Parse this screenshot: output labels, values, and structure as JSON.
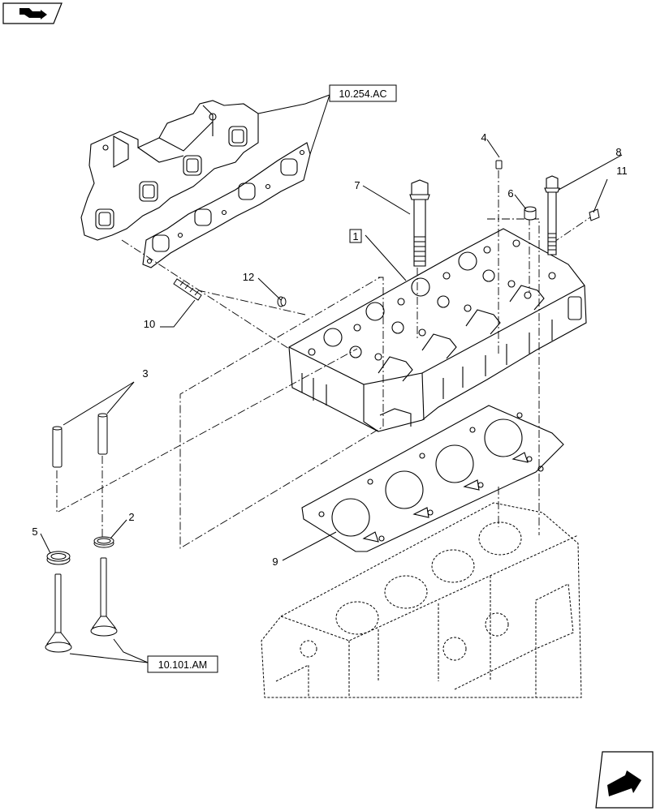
{
  "diagram": {
    "references": {
      "exhaust_manifold_ref": "10.254.AC",
      "valves_ref": "10.101.AM"
    },
    "callouts": {
      "p1": "1",
      "p2": "2",
      "p3": "3",
      "p4": "4",
      "p5": "5",
      "p6": "6",
      "p7": "7",
      "p8": "8",
      "p9": "9",
      "p10": "10",
      "p11": "11",
      "p12": "12"
    }
  },
  "icons": {
    "top_left": "previous-page-icon",
    "bottom_right": "next-page-icon"
  }
}
